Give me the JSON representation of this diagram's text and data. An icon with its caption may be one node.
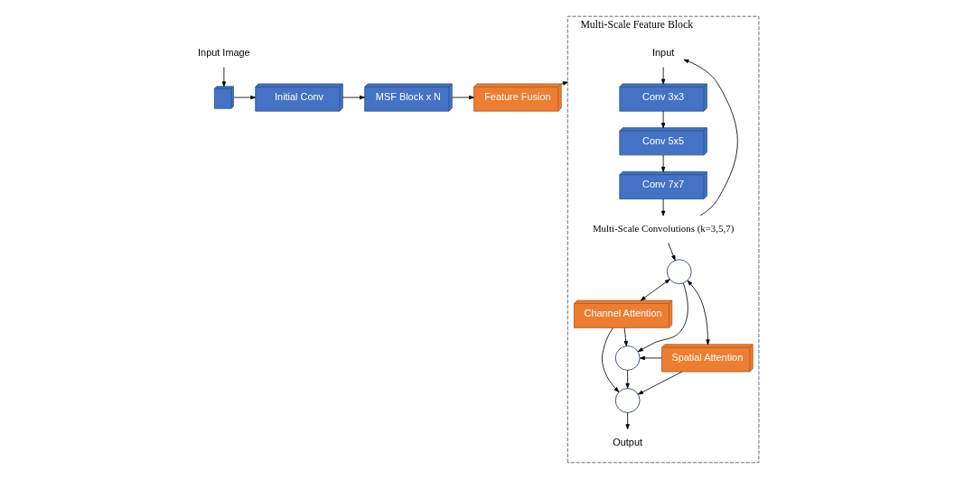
{
  "diagram": {
    "nodes": [
      {
        "text": [
          "Input Image"
        ]
      },
      {
        "text": [],
        "shape": "box"
      },
      {
        "text": [
          "Initial Conv"
        ]
      },
      {
        "text": [
          "MSF Block x N"
        ]
      },
      {
        "text": [
          "Feature Fusion"
        ]
      },
      {
        "text": [
          "Multi-Scale Feature Block"
        ]
      },
      {
        "text": [
          "Input"
        ],
        "in": 5
      },
      {
        "text": [
          "Conv 3x3"
        ],
        "in": 5
      },
      {
        "text": [
          "Conv 5x5"
        ],
        "in": 5
      },
      {
        "text": [
          "Conv 7x7"
        ],
        "in": 5
      },
      {
        "text": [
          "Multi-Scale Convolutions (k=3,5,7)"
        ],
        "in": 5
      },
      {
        "text": [],
        "shape": "circle",
        "in": 5
      },
      {
        "text": [
          "Channel Attention"
        ],
        "in": 5
      },
      {
        "text": [],
        "shape": "circle",
        "in": 5
      },
      {
        "text": [
          "Spatial Attention"
        ],
        "in": 5
      },
      {
        "text": [],
        "shape": "circle",
        "in": 5
      },
      {
        "text": [
          "Output"
        ],
        "in": 5
      }
    ],
    "edges": [
      {
        "from": 0,
        "to": 1,
        "arrow": "to"
      },
      {
        "from": 1,
        "to": 2,
        "arrow": "to"
      },
      {
        "from": 2,
        "to": 3,
        "arrow": "to"
      },
      {
        "from": 3,
        "to": 4,
        "arrow": "to"
      },
      {
        "from": 4,
        "to": 5,
        "arrow": "to"
      },
      {
        "from": 6,
        "to": 7,
        "arrow": "to"
      },
      {
        "from": 7,
        "to": 8,
        "arrow": "to"
      },
      {
        "from": 8,
        "to": 9,
        "arrow": "to"
      },
      {
        "from": 9,
        "to": 10,
        "arrow": "to"
      },
      {
        "from": 10,
        "to": 6,
        "arrow": "to"
      },
      {
        "from": 10,
        "to": 11,
        "arrow": "to"
      },
      {
        "from": 11,
        "to": 12,
        "arrow": "both"
      },
      {
        "from": 11,
        "to": 14,
        "arrow": "both"
      },
      {
        "from": 11,
        "to": 13,
        "arrow": "to"
      },
      {
        "from": 12,
        "to": 13,
        "arrow": "to"
      },
      {
        "from": 14,
        "to": 13,
        "arrow": "to"
      },
      {
        "from": 13,
        "to": 15,
        "arrow": "to"
      },
      {
        "from": 12,
        "to": 15,
        "arrow": "to"
      },
      {
        "from": 14,
        "to": 15,
        "arrow": "to"
      },
      {
        "from": 15,
        "to": 16,
        "arrow": "to"
      }
    ]
  }
}
